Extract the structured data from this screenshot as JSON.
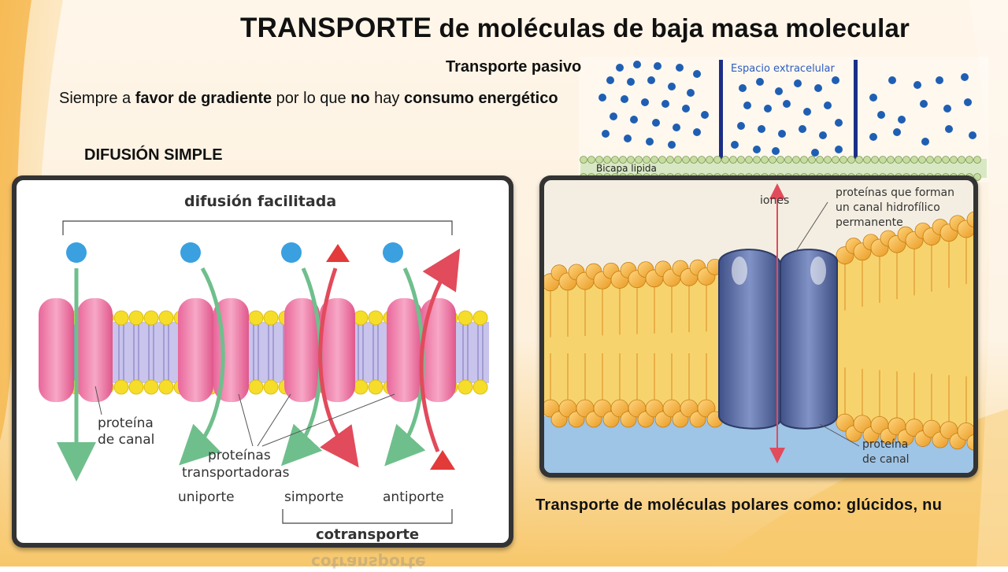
{
  "slide": {
    "title_bold": "TRANSPORTE",
    "title_rest": " de moléculas de baja masa molecular",
    "subtitle": "Transporte pasivo",
    "desc": {
      "p1": "Siempre a ",
      "b1": "favor de gradiente",
      "p2": " por lo que ",
      "b2": "no",
      "p3": " hay ",
      "b3": "consumo energético"
    },
    "section": "DIFUSIÓN SIMPLE",
    "caption": "Transporte de moléculas polares como: glúcidos, nu"
  },
  "top_diagram": {
    "space_label": "Espacio  extracelular",
    "bilayer_label": "Bicapa lipida"
  },
  "left_diagram": {
    "title": "difusión facilitada",
    "channel_label_1": "proteína",
    "channel_label_2": "de canal",
    "carriers_label_1": "proteínas",
    "carriers_label_2": "transportadoras",
    "uniport": "uniporte",
    "symport": "simporte",
    "antiport": "antiporte",
    "cotransport": "cotransporte"
  },
  "right_diagram": {
    "ions": "iones",
    "channel_desc_1": "proteínas que forman",
    "channel_desc_2": "un canal hidrofílico",
    "channel_desc_3": "permanente",
    "protein_1": "proteína",
    "protein_2": "de canal"
  },
  "colors": {
    "membrane_gold": "#f1b135",
    "head_yellow": "#f5dd2a",
    "protein_pink": "#ec7faa",
    "channel_blue": "#5a6ea0",
    "arrow_green": "#6fbf8c",
    "arrow_red": "#e14b5b",
    "molecule_blue": "#1f5fb3"
  }
}
